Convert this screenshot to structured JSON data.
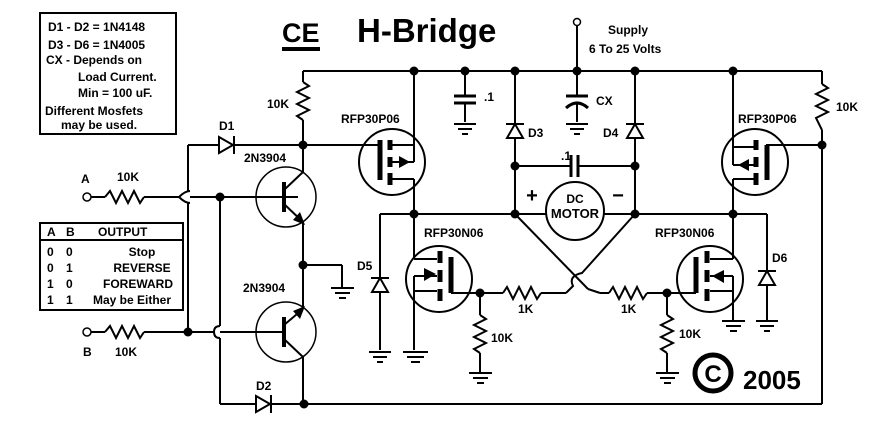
{
  "title": "H-Bridge",
  "logo": "CE",
  "copyright": {
    "symbol": "©",
    "year": "2005"
  },
  "notes": [
    "D1 - D2 = 1N4148",
    "D3 - D6 = 1N4005",
    "CX - Depends  on",
    "Load Current.",
    "Min = 100 uF.",
    "Different Mosfets",
    "may be used."
  ],
  "supply": {
    "label": "Supply",
    "range": "6 To 25 Volts"
  },
  "truth_table": {
    "headers": [
      "A",
      "B",
      "OUTPUT"
    ],
    "rows": [
      [
        "0",
        "0",
        "Stop"
      ],
      [
        "0",
        "1",
        "REVERSE"
      ],
      [
        "1",
        "0",
        "FOREWARD"
      ],
      [
        "1",
        "1",
        "May be Either"
      ]
    ]
  },
  "inputs": {
    "a": "A",
    "b": "B"
  },
  "components": {
    "r_in_a": "10K",
    "r_in_b": "10K",
    "r_pull_left": "10K",
    "r_pull_right": "10K",
    "r_gate_left": "1K",
    "r_gate_right": "1K",
    "r_gnd_left": "10K",
    "r_gnd_right": "10K",
    "q_top": "2N3904",
    "q_bottom": "2N3904",
    "p_left": "RFP30P06",
    "p_right": "RFP30P06",
    "n_left": "RFP30N06",
    "n_right": "RFP30N06",
    "d1": "D1",
    "d2": "D2",
    "d3": "D3",
    "d4": "D4",
    "d5": "D5",
    "d6": "D6",
    "c_supply": ".1",
    "c_motor": ".1",
    "cx": "CX",
    "motor_line1": "DC",
    "motor_line2": "MOTOR",
    "plus": "+",
    "minus": "−"
  }
}
